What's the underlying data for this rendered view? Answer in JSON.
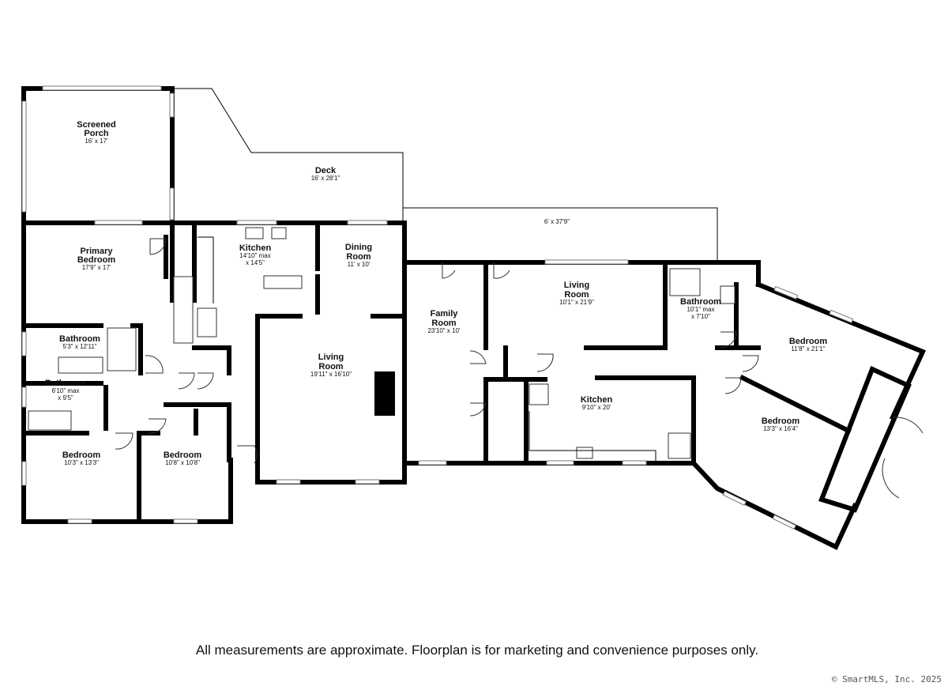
{
  "rooms": {
    "screened_porch": {
      "name1": "Screened",
      "name2": "Porch",
      "dim": "16' x 17'"
    },
    "deck": {
      "name1": "Deck",
      "dim": "16' x 28'1\""
    },
    "deck_east": {
      "dim": "6' x 37'9\""
    },
    "primary_bedroom": {
      "name1": "Primary",
      "name2": "Bedroom",
      "dim": "17'9\" x 17'"
    },
    "kitchen_west": {
      "name1": "Kitchen",
      "dim1": "14'10\" max",
      "dim2": "x 14'5\""
    },
    "dining_room": {
      "name1": "Dining",
      "name2": "Room",
      "dim": "11' x 10'"
    },
    "bathroom_1": {
      "name1": "Bathroom",
      "dim": "5'3\" x 12'11\""
    },
    "bathroom_2": {
      "name1": "Bathroom",
      "dim1": "6'10\" max",
      "dim2": "x 9'5\""
    },
    "living_room_west": {
      "name1": "Living",
      "name2": "Room",
      "dim": "19'11\" x 16'10\""
    },
    "bedroom_sw1": {
      "name1": "Bedroom",
      "dim": "10'3\" x 13'3\""
    },
    "bedroom_sw2": {
      "name1": "Bedroom",
      "dim": "10'8\" x 10'8\""
    },
    "family_room": {
      "name1": "Family",
      "name2": "Room",
      "dim": "23'10\" x 10'"
    },
    "living_room_east": {
      "name1": "Living",
      "name2": "Room",
      "dim": "10'1\" x 21'9\""
    },
    "bathroom_3": {
      "name1": "Bathroom",
      "dim1": "10'1\" max",
      "dim2": "x 7'10\""
    },
    "bedroom_ne": {
      "name1": "Bedroom",
      "dim": "11'8\" x 21'1\""
    },
    "kitchen_east": {
      "name1": "Kitchen",
      "dim": "9'10\" x 20'"
    },
    "bedroom_se": {
      "name1": "Bedroom",
      "dim": "13'3\" x 16'4\""
    }
  },
  "disclaimer": "All measurements are approximate. Floorplan is for marketing and convenience purposes only.",
  "copyright": "© SmartMLS, Inc. 2025"
}
